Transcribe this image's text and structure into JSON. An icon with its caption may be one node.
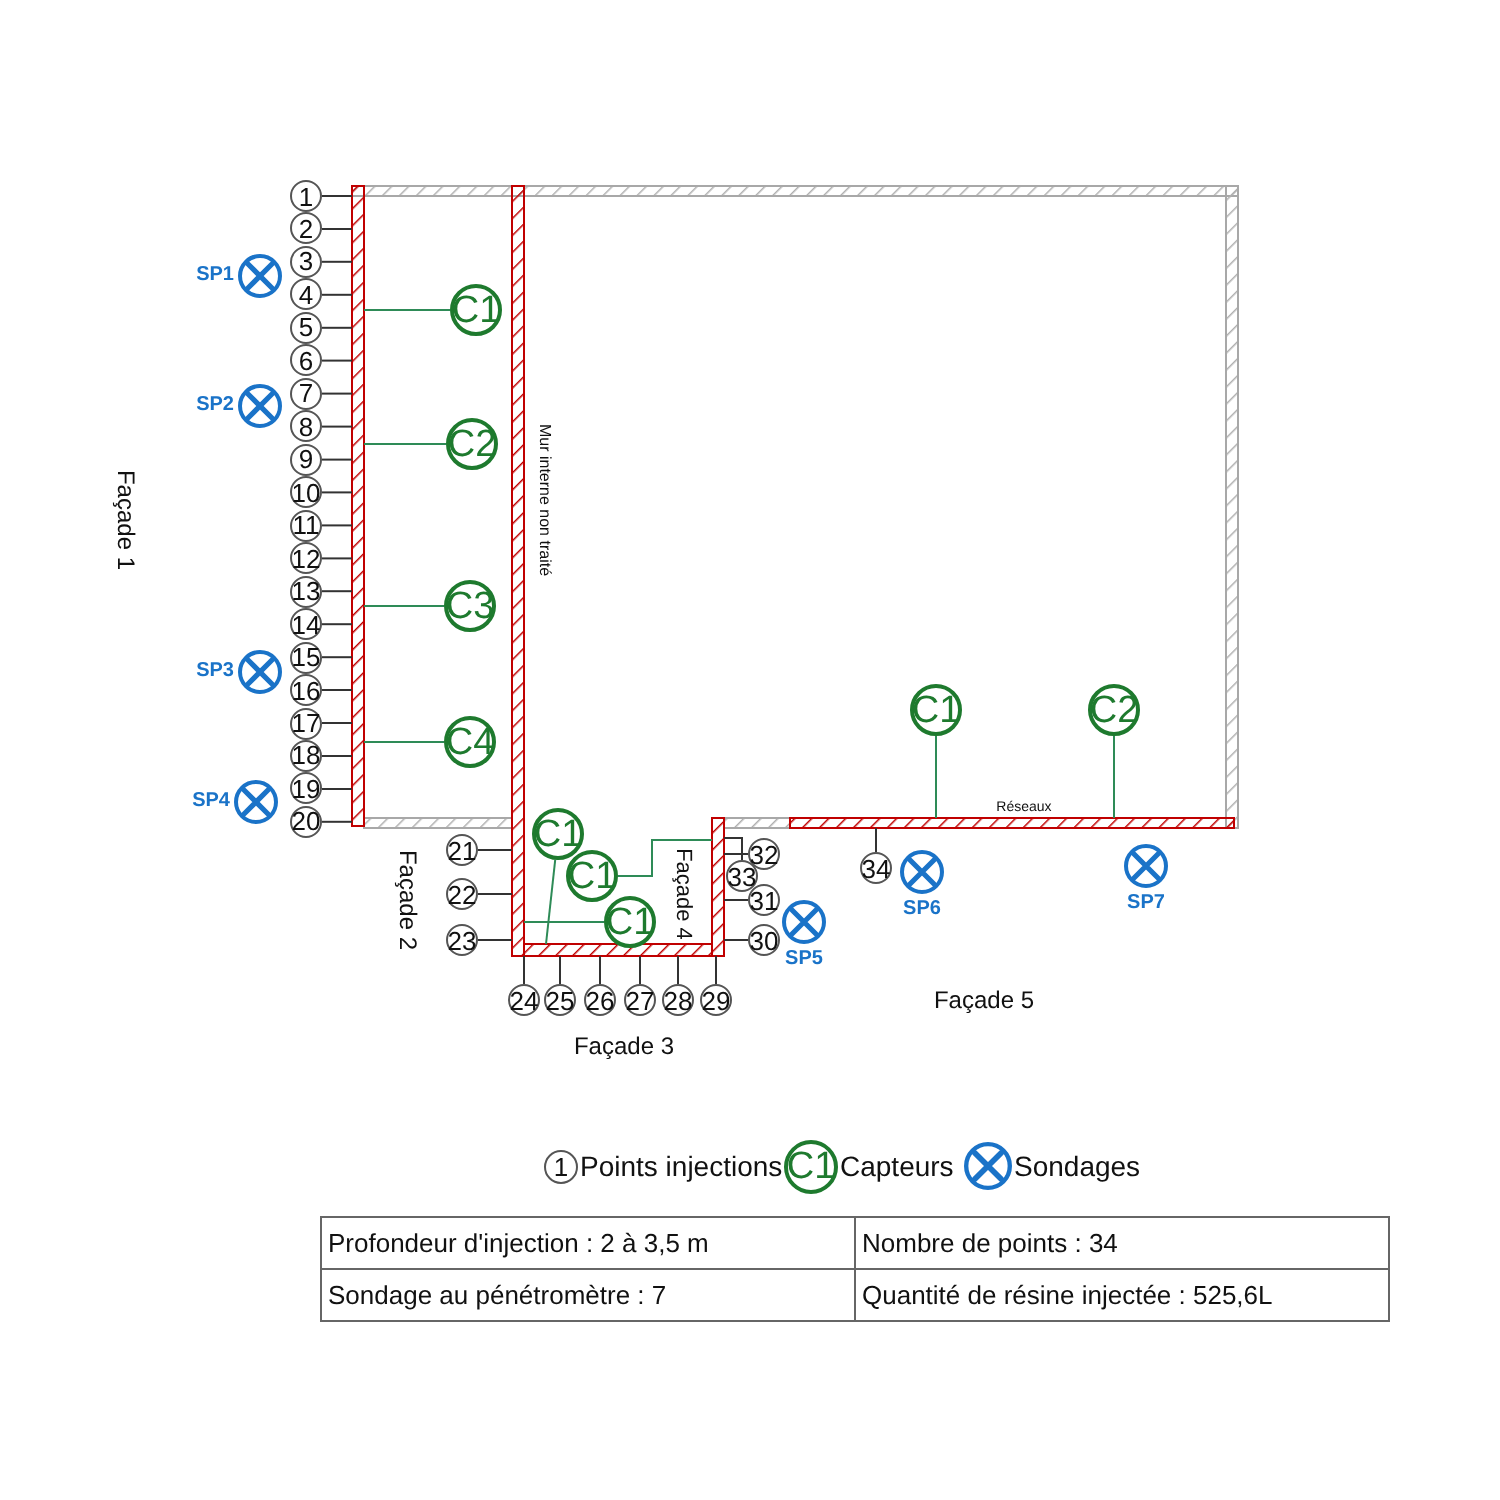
{
  "diagram": {
    "nodes": [
      {
        "text": [
          "1"
        ]
      },
      {
        "text": [
          "2"
        ]
      },
      {
        "text": [
          "3"
        ]
      },
      {
        "text": [
          "4"
        ]
      },
      {
        "text": [
          "5"
        ]
      },
      {
        "text": [
          "6"
        ]
      },
      {
        "text": [
          "7"
        ]
      },
      {
        "text": [
          "8"
        ]
      },
      {
        "text": [
          "9"
        ]
      },
      {
        "text": [
          "10"
        ]
      },
      {
        "text": [
          "11"
        ]
      },
      {
        "text": [
          "12"
        ]
      },
      {
        "text": [
          "13"
        ]
      },
      {
        "text": [
          "14"
        ]
      },
      {
        "text": [
          "15"
        ]
      },
      {
        "text": [
          "16"
        ]
      },
      {
        "text": [
          "17"
        ]
      },
      {
        "text": [
          "18"
        ]
      },
      {
        "text": [
          "19"
        ]
      },
      {
        "text": [
          "20"
        ]
      },
      {
        "text": [
          "21"
        ]
      },
      {
        "text": [
          "22"
        ]
      },
      {
        "text": [
          "23"
        ]
      },
      {
        "text": [
          "24"
        ]
      },
      {
        "text": [
          "25"
        ]
      },
      {
        "text": [
          "26"
        ]
      },
      {
        "text": [
          "27"
        ]
      },
      {
        "text": [
          "28"
        ]
      },
      {
        "text": [
          "29"
        ]
      },
      {
        "text": [
          "30"
        ]
      },
      {
        "text": [
          "31"
        ]
      },
      {
        "text": [
          "32"
        ]
      },
      {
        "text": [
          "33"
        ]
      },
      {
        "text": [
          "34"
        ]
      },
      {
        "text": [
          "C1"
        ]
      },
      {
        "text": [
          "C2"
        ]
      },
      {
        "text": [
          "C3"
        ]
      },
      {
        "text": [
          "C4"
        ]
      },
      {
        "text": [
          "C1"
        ]
      },
      {
        "text": [
          "C1"
        ]
      },
      {
        "text": [
          "C1"
        ]
      },
      {
        "text": [
          "C1"
        ]
      },
      {
        "text": [
          "C2"
        ]
      },
      {
        "text": [],
        "shape": "circle",
        "beside": [
          "SP1"
        ]
      },
      {
        "text": [],
        "shape": "circle",
        "beside": [
          "SP2"
        ]
      },
      {
        "text": [],
        "shape": "circle",
        "beside": [
          "SP3"
        ]
      },
      {
        "text": [],
        "shape": "circle",
        "beside": [
          "SP4"
        ]
      },
      {
        "text": [],
        "shape": "circle",
        "beside": [
          "SP5"
        ]
      },
      {
        "text": [],
        "shape": "circle",
        "beside": [
          "SP6"
        ]
      },
      {
        "text": [],
        "shape": "circle",
        "beside": [
          "SP7"
        ]
      },
      {
        "text": [],
        "shape": "bar"
      },
      {
        "text": [],
        "shape": "bar"
      },
      {
        "text": [],
        "shape": "bar"
      },
      {
        "text": [],
        "shape": "bar"
      },
      {
        "text": [],
        "shape": "bar"
      }
    ],
    "edges": [
      {
        "from": 0,
        "to": 50,
        "arrow": "none"
      },
      {
        "from": 1,
        "to": 50,
        "arrow": "none"
      },
      {
        "from": 2,
        "to": 50,
        "arrow": "none"
      },
      {
        "from": 3,
        "to": 50,
        "arrow": "none"
      },
      {
        "from": 4,
        "to": 50,
        "arrow": "none"
      },
      {
        "from": 5,
        "to": 50,
        "arrow": "none"
      },
      {
        "from": 6,
        "to": 50,
        "arrow": "none"
      },
      {
        "from": 7,
        "to": 50,
        "arrow": "none"
      },
      {
        "from": 8,
        "to": 50,
        "arrow": "none"
      },
      {
        "from": 9,
        "to": 50,
        "arrow": "none"
      },
      {
        "from": 10,
        "to": 50,
        "arrow": "none"
      },
      {
        "from": 11,
        "to": 50,
        "arrow": "none"
      },
      {
        "from": 12,
        "to": 50,
        "arrow": "none"
      },
      {
        "from": 13,
        "to": 50,
        "arrow": "none"
      },
      {
        "from": 14,
        "to": 50,
        "arrow": "none"
      },
      {
        "from": 15,
        "to": 50,
        "arrow": "none"
      },
      {
        "from": 16,
        "to": 50,
        "arrow": "none"
      },
      {
        "from": 17,
        "to": 50,
        "arrow": "none"
      },
      {
        "from": 18,
        "to": 50,
        "arrow": "none"
      },
      {
        "from": 19,
        "to": 50,
        "arrow": "none"
      },
      {
        "from": 20,
        "to": 51,
        "arrow": "none"
      },
      {
        "from": 21,
        "to": 51,
        "arrow": "none"
      },
      {
        "from": 22,
        "to": 51,
        "arrow": "none"
      },
      {
        "from": 23,
        "to": 52,
        "arrow": "none"
      },
      {
        "from": 24,
        "to": 52,
        "arrow": "none"
      },
      {
        "from": 25,
        "to": 52,
        "arrow": "none"
      },
      {
        "from": 26,
        "to": 52,
        "arrow": "none"
      },
      {
        "from": 27,
        "to": 52,
        "arrow": "none"
      },
      {
        "from": 28,
        "to": 52,
        "arrow": "none"
      },
      {
        "from": 29,
        "to": 53,
        "arrow": "none"
      },
      {
        "from": 30,
        "to": 53,
        "arrow": "none"
      },
      {
        "from": 31,
        "to": 53,
        "arrow": "none"
      },
      {
        "from": 32,
        "to": 53,
        "arrow": "none"
      },
      {
        "from": 33,
        "to": 54,
        "arrow": "none"
      },
      {
        "from": 34,
        "to": 50,
        "arrow": "none",
        "color": "#2e8b57"
      },
      {
        "from": 35,
        "to": 50,
        "arrow": "none",
        "color": "#2e8b57"
      },
      {
        "from": 36,
        "to": 50,
        "arrow": "none",
        "color": "#2e8b57"
      },
      {
        "from": 37,
        "to": 50,
        "arrow": "none",
        "color": "#2e8b57"
      },
      {
        "from": 38,
        "to": 52,
        "arrow": "none",
        "color": "#2e8b57"
      },
      {
        "from": 39,
        "to": 53,
        "arrow": "none",
        "color": "#2e8b57"
      },
      {
        "from": 40,
        "to": 51,
        "arrow": "none",
        "color": "#2e8b57"
      },
      {
        "from": 41,
        "to": 54,
        "arrow": "none",
        "color": "#2e8b57"
      },
      {
        "from": 42,
        "to": 54,
        "arrow": "none",
        "color": "#2e8b57"
      }
    ],
    "labels": [
      "Façade 1",
      "Mur interne non traité",
      "Réseaux",
      "Façade 2",
      "Façade 4",
      "Façade 5",
      "Façade 3",
      "1",
      "C1",
      "Profondeur d'injection : 2 à 3,5 m",
      "Nombre de points : 34",
      "Sondage au pénétromètre : 7",
      "Quantité de résine injectée : 525,6L"
    ],
    "legend": [
      {
        "text": "Points injections"
      },
      {
        "text": "Capteurs"
      },
      {
        "text": "Sondages"
      }
    ]
  }
}
